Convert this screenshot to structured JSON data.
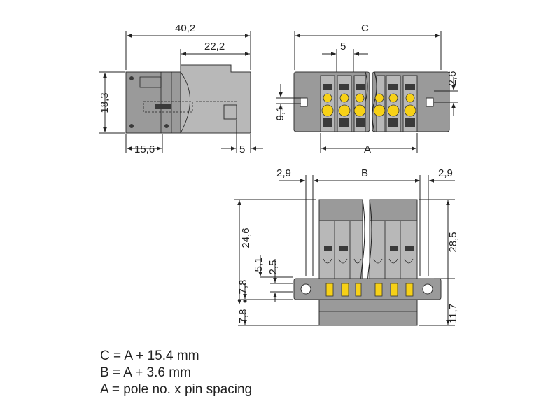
{
  "dimensions": {
    "side_length": "40,2",
    "side_partial": "22,2",
    "side_height": "18,3",
    "side_bottom_left": "15,6",
    "side_bottom_right": "5",
    "top_total": "C",
    "top_pitch": "5",
    "top_right_small": "2,6",
    "top_left_height": "9,1",
    "top_bottom": "A",
    "front_left_margin": "2,9",
    "front_width": "B",
    "front_right_margin": "2,9",
    "front_height_left": "24,6",
    "front_height_right": "28,5",
    "front_dim_a": "5,1",
    "front_dim_b": "2,5",
    "front_dim_c": "7,8",
    "front_dim_d": "7,8",
    "front_dim_e": "11,7"
  },
  "legend": {
    "line1": "C = A + 15.4 mm",
    "line2": "B = A + 3.6 mm",
    "line3": "A = pole no. x pin spacing"
  }
}
